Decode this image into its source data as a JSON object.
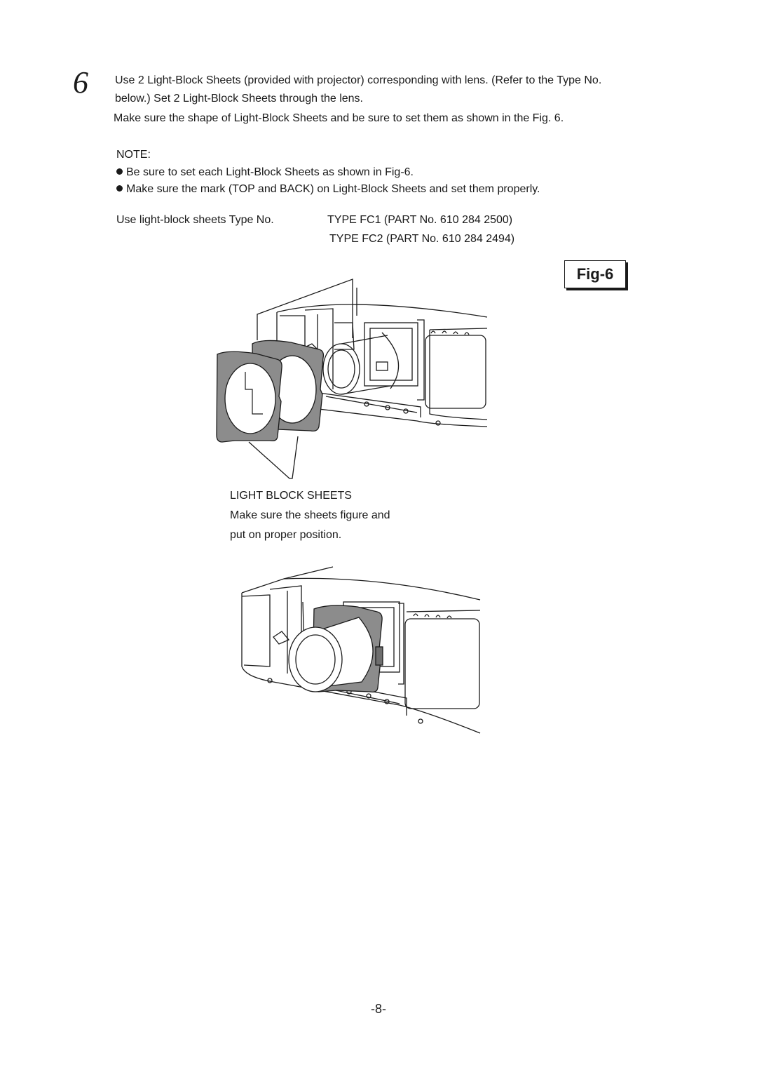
{
  "step": {
    "number": "6",
    "line1": "Use 2 Light-Block Sheets (provided with projector) corresponding with lens. (Refer to the Type No.",
    "line2": "below.) Set 2 Light-Block Sheets through the lens.",
    "line3": "Make sure the shape of Light-Block Sheets and be sure to set them as shown in the Fig. 6."
  },
  "note": {
    "heading": "NOTE:",
    "items": [
      "Be sure to set each Light-Block Sheets as shown in Fig-6.",
      "Make sure the mark (TOP and BACK) on Light-Block Sheets and set them properly."
    ]
  },
  "type_list": {
    "label": "Use light-block sheets Type No.",
    "types": [
      "TYPE FC1 (PART No. 610 284 2500)",
      "TYPE FC2 (PART No. 610 284 2494)"
    ]
  },
  "figure": {
    "label": "Fig-6",
    "caption_title": "LIGHT BLOCK SHEETS",
    "caption_line1": "Make sure the sheets figure and",
    "caption_line2": "put on proper position."
  },
  "page_number": "-8-",
  "colors": {
    "ink": "#1a1a1a",
    "sheet_fill": "#8c8c8c",
    "sheet_shadow": "#6e6e6e"
  }
}
